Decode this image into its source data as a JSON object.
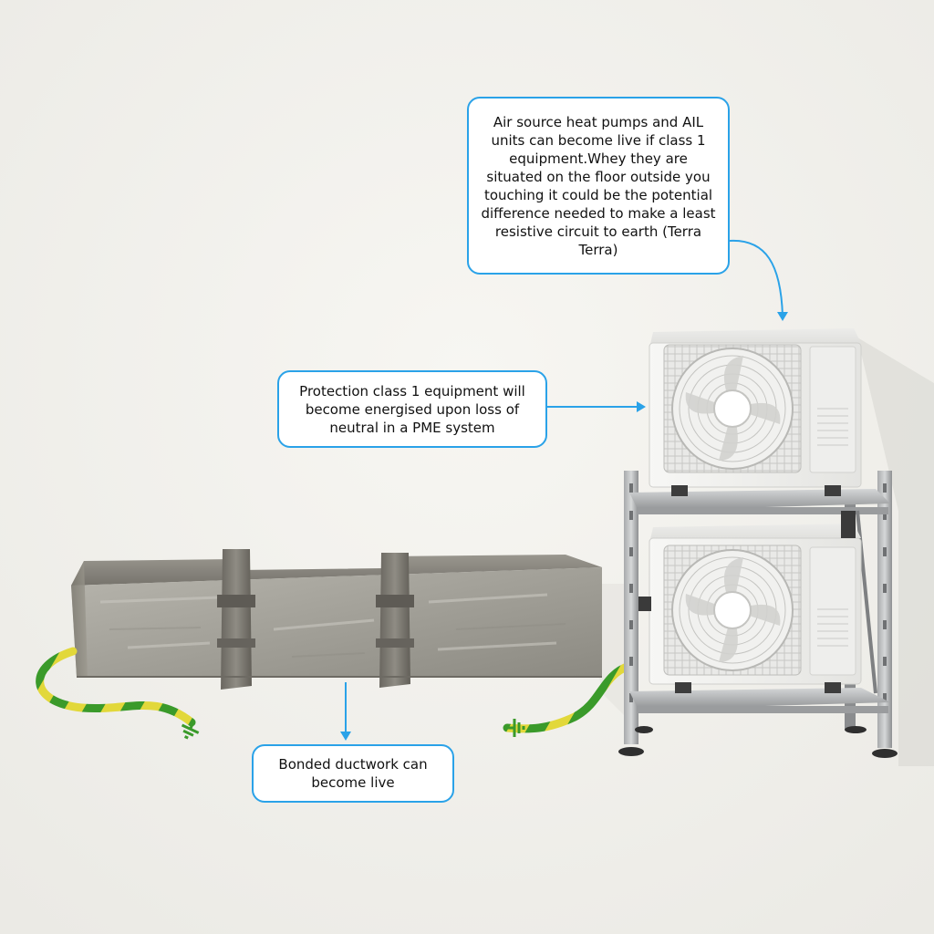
{
  "callouts": {
    "heat_pumps": "Air source heat pumps and AIL units can become live if class 1 equipment.Whey they are situated on the floor outside you touching it could be the potential difference needed to make a least resistive circuit to earth (Terra Terra)",
    "protection_class": "Protection class 1 equipment will become energised upon loss of neutral in a PME system",
    "ductwork": "Bonded ductwork can become live"
  },
  "colors": {
    "accent": "#2aa2e8",
    "earth_green": "#3a9a2a",
    "earth_yellow": "#e2d83a",
    "background": "#f4f3ef"
  },
  "icons": [
    "earth-ground-symbol",
    "earth-ground-symbol"
  ]
}
